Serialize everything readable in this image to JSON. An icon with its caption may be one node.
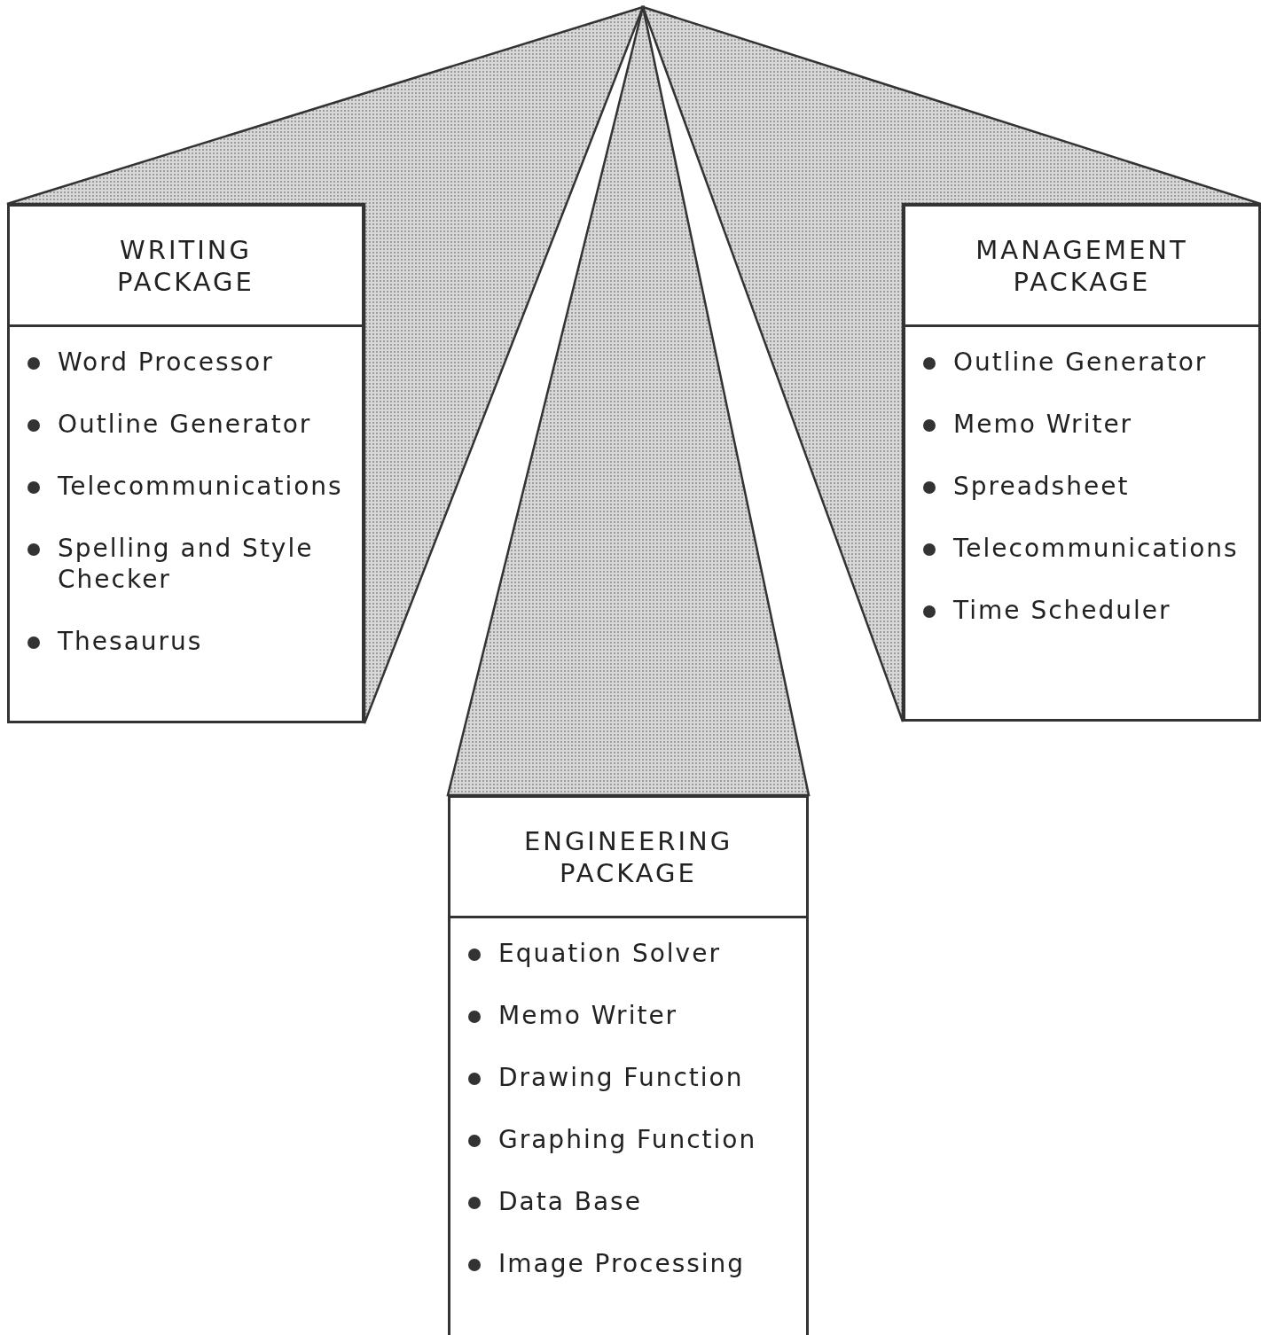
{
  "diagram": {
    "nodes": [
      {
        "text": [
          "WRITING PACKAGE",
          "Word Processor",
          "Outline Generator",
          "Telecommunications",
          "Spelling and Style Checker",
          "Thesaurus"
        ]
      },
      {
        "text": [
          "MANAGEMENT PACKAGE",
          "Outline Generator",
          "Memo Writer",
          "Spreadsheet",
          "Telecommunications",
          "Time Scheduler"
        ]
      },
      {
        "text": [
          "ENGINEERING PACKAGE",
          "Equation Solver",
          "Memo Writer",
          "Drawing Function",
          "Graphing Function",
          "Data Base",
          "Image Processing"
        ]
      }
    ]
  }
}
